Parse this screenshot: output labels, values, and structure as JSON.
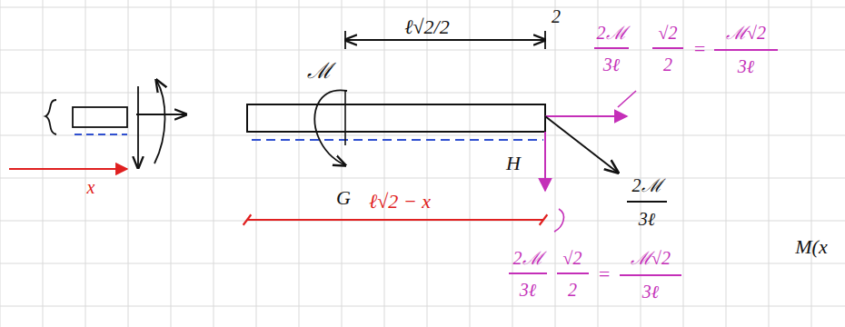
{
  "diagram": {
    "labels": [
      "ℓ√2/2",
      "2",
      "ℳ",
      "G",
      "H",
      "ℓ√2 − x",
      "x",
      "2ℳ",
      "3ℓ",
      "√2",
      "2",
      "=",
      "ℳ√2",
      "3ℓ",
      "2ℳ",
      "3ℓ",
      "2ℳ",
      "3ℓ",
      "√2",
      "2",
      "=",
      "ℳ√2",
      "3ℓ",
      "M(x"
    ]
  }
}
